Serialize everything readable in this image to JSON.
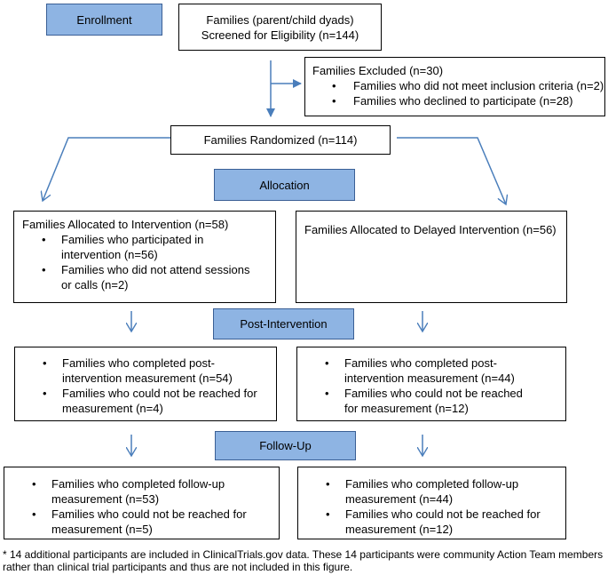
{
  "stages": {
    "enrollment": "Enrollment",
    "allocation": "Allocation",
    "post_intervention": "Post-Intervention",
    "follow_up": "Follow-Up"
  },
  "screened": {
    "line1": "Families (parent/child dyads)",
    "line2": "Screened for Eligibility (n=144)"
  },
  "excluded": {
    "title": "Families Excluded (n=30)",
    "items": [
      "Families who did not meet inclusion criteria (n=2)",
      "Families who declined to participate (n=28)"
    ]
  },
  "randomized": "Families Randomized (n=114)",
  "intervention": {
    "allocated_title": "Families Allocated to Intervention (n=58)",
    "allocated_items": [
      "Families who participated in intervention (n=56)",
      "Families who did not attend sessions or calls (n=2)"
    ],
    "post_items": [
      "Families who completed post-intervention measurement (n=54)",
      "Families who could not be reached for measurement (n=4)"
    ],
    "follow_items": [
      "Families who completed follow-up measurement (n=53)",
      "Families who could not be reached for measurement (n=5)"
    ]
  },
  "delayed": {
    "allocated_title": "Families Allocated to Delayed Intervention (n=56)",
    "post_items": [
      "Families who completed post-intervention measurement (n=44)",
      "Families who could not be reached for measurement (n=12)"
    ],
    "follow_items": [
      "Families who completed follow-up measurement (n=44)",
      "Families who could not be reached for measurement (n=12)"
    ]
  },
  "footnote": "* 14 additional participants are included in ClinicalTrials.gov data. These 14 participants were community Action Team members rather than clinical trial participants and thus are not included in this figure.",
  "colors": {
    "stage_fill": "#8eb4e3",
    "arrow": "#4a7ebb"
  }
}
